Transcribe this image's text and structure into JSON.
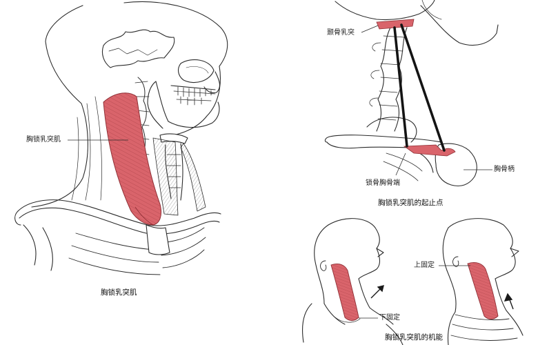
{
  "panel_main": {
    "label_muscle": "胸锁乳突肌",
    "caption": "胸锁乳突肌"
  },
  "panel_attach": {
    "label_mastoid": "颞骨乳突",
    "label_clavicle": "锁骨胸骨端",
    "label_manubrium": "胸骨柄",
    "caption": "胸锁乳突肌的起止点"
  },
  "panel_function": {
    "label_lower_fixed": "下固定",
    "label_upper_fixed": "上固定",
    "caption": "胸锁乳突肌的机能"
  },
  "colors": {
    "muscle": "#d9646b",
    "muscle_light": "#e9a3a4",
    "line": "#2a2a2a",
    "cord": "#141414"
  }
}
